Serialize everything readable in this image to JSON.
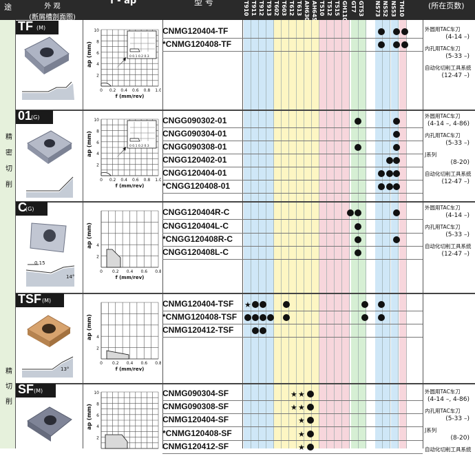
{
  "header": {
    "col_use": "途",
    "col_appearance_line1": "外 观",
    "col_appearance_line2": "(断屑槽剖面图)",
    "col_chart": "f - ap",
    "col_model": "型 号",
    "col_pages": "(所在页数)"
  },
  "grade_columns": [
    "T910",
    "T911",
    "T912",
    "T913",
    "T602",
    "T603",
    "T612",
    "T613",
    "AH630",
    "AH645",
    "T510",
    "T512",
    "T515",
    "GH110",
    "GT7",
    "GT53",
    "NS73",
    "NS52",
    "NS53",
    "TH10"
  ],
  "side_labels": {
    "finishing": [
      "精",
      "密",
      "切",
      "削"
    ],
    "semi_finishing": [
      "精",
      "切",
      "削"
    ]
  },
  "sections": [
    {
      "code": "TF",
      "note": "(M)",
      "models": [
        "CNMG120404-TF",
        "*CNMG120408-TF"
      ],
      "chart": {
        "x_ticks": [
          "0",
          "0.2",
          "0.4",
          "0.6",
          "0.8",
          "1.0"
        ],
        "y_ticks": [
          "10",
          "8",
          "6",
          "4",
          "2"
        ],
        "ylabel": "ap (mm)",
        "xlabel": "f (mm/rev)",
        "inset_ticks": [
          "3",
          "2",
          "1",
          "0",
          "0.1",
          "0.2",
          "0.3"
        ]
      },
      "pages": [
        "外圆用TAC车刀",
        "(4-14 –)",
        "内孔用TAC车刀",
        "(5-33 –)",
        "自动化切削工具系统",
        "(12-47 –)"
      ]
    },
    {
      "code": "01",
      "note": "(G)",
      "models": [
        "CNGG090302-01",
        "CNGG090304-01",
        "CNGG090308-01",
        "CNGG120402-01",
        "CNGG120404-01",
        "*CNGG120408-01"
      ],
      "chart": {
        "x_ticks": [
          "0",
          "0.2",
          "0.4",
          "0.6",
          "0.8",
          "1.0"
        ],
        "y_ticks": [
          "10",
          "8",
          "6",
          "4",
          "2"
        ],
        "ylabel": "ap (mm)",
        "xlabel": "f (mm/rev)",
        "inset_ticks": [
          "3",
          "2",
          "1",
          "0",
          "0.1",
          "0.2",
          "0.3"
        ]
      },
      "pages": [
        "外圆用TAC车刀",
        "(4-14 –, 4-86)",
        "内孔用TAC车刀",
        "(5-33 –)",
        "J系列",
        "(8-20)",
        "自动化切削工具系统",
        "(12-47 –)"
      ]
    },
    {
      "code": "C",
      "note": "(G)",
      "models": [
        "CNGG120404R-C",
        "CNGG120404L-C",
        "*CNGG120408R-C",
        "CNGG120408L-C"
      ],
      "chart": {
        "x_ticks": [
          "0",
          "0.2",
          "0.4",
          "0.6",
          "0.8"
        ],
        "y_ticks": [
          "4",
          "2"
        ],
        "ylabel": "ap (mm)",
        "xlabel": "f (mm/rev)"
      },
      "dims": [
        "0.15",
        "14°"
      ],
      "pages": [
        "外圆用TAC车刀",
        "(4-14 –)",
        "内孔用TAC车刀",
        "(5-33 –)",
        "自动化切削工具系统",
        "(12-47 –)"
      ]
    },
    {
      "code": "TSF",
      "note": "(M)",
      "models": [
        "CNMG120404-TSF",
        "*CNMG120408-TSF",
        "CNMG120412-TSF"
      ],
      "chart": {
        "x_ticks": [
          "0",
          "0.2",
          "0.4",
          "0.6",
          "0.8"
        ],
        "y_ticks": [
          "4",
          "2"
        ],
        "ylabel": "ap (mm)",
        "xlabel": "f (mm/rev)"
      },
      "dims": [
        "13°"
      ],
      "pages": []
    },
    {
      "code": "SF",
      "note": "(M)",
      "models": [
        "CNMG090304-SF",
        "CNMG090308-SF",
        "CNMG120404-SF",
        "*CNMG120408-SF",
        "CNMG120412-SF"
      ],
      "chart": {
        "y_ticks": [
          "10",
          "8",
          "6",
          "4",
          "2"
        ],
        "ylabel": "ap (mm)"
      },
      "pages": [
        "外圆用TAC车刀",
        "(4-14 –, 4-86)",
        "内孔用TAC车刀",
        "(5-33 –)",
        "J系列",
        "(8-20)",
        "自动化切削工具系统"
      ]
    }
  ],
  "marks_legend": {
    "dot": "●",
    "star": "★"
  },
  "colors": {
    "blue_col": "#cfe7f7",
    "yellow_col": "#fdf6c3",
    "pink_col": "#f7d6dc",
    "green_col": "#d6efd4",
    "header": "#2a2a2a",
    "section_bg": "#1a1a1a"
  }
}
